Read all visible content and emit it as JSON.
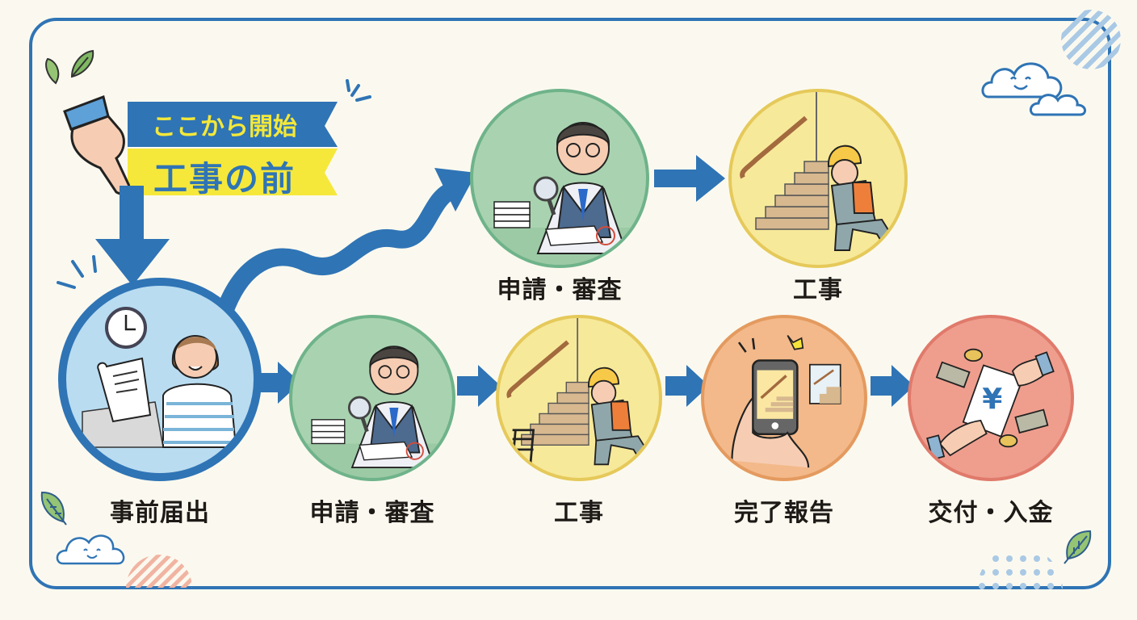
{
  "banner": {
    "line1": "ここから開始",
    "line2": "工事の前",
    "line1_color": "#f3e83a",
    "line1_bg": "#2f74b5",
    "line2_color": "#2f74b5",
    "line2_bg": "#f6e83a"
  },
  "top_flow": [
    {
      "label": "申請・審査",
      "color": "#a9d3b0",
      "border": "#6fb38a",
      "icon": "inspector-magnifier-icon"
    },
    {
      "label": "工事",
      "color": "#f7e99a",
      "border": "#e5c95a",
      "icon": "worker-stairs-handrail-icon"
    }
  ],
  "bottom_flow": [
    {
      "label": "事前届出",
      "color": "#b9dcf1",
      "border": "#2f74b5",
      "icon": "woman-submitting-document-icon"
    },
    {
      "label": "申請・審査",
      "color": "#a9d3b0",
      "border": "#6fb38a",
      "icon": "inspector-magnifier-icon"
    },
    {
      "label": "工事",
      "color": "#f7e99a",
      "border": "#e5c95a",
      "icon": "worker-stairs-handrail-icon"
    },
    {
      "label": "完了報告",
      "color": "#f3b98a",
      "border": "#e49a5f",
      "icon": "phone-photo-handrail-icon"
    },
    {
      "label": "交付・入金",
      "color": "#ef9e8e",
      "border": "#e07a6b",
      "icon": "yen-envelope-handover-icon"
    }
  ],
  "colors": {
    "accent": "#2f74b5",
    "background": "#fbf9ef",
    "text": "#1e1a17"
  }
}
